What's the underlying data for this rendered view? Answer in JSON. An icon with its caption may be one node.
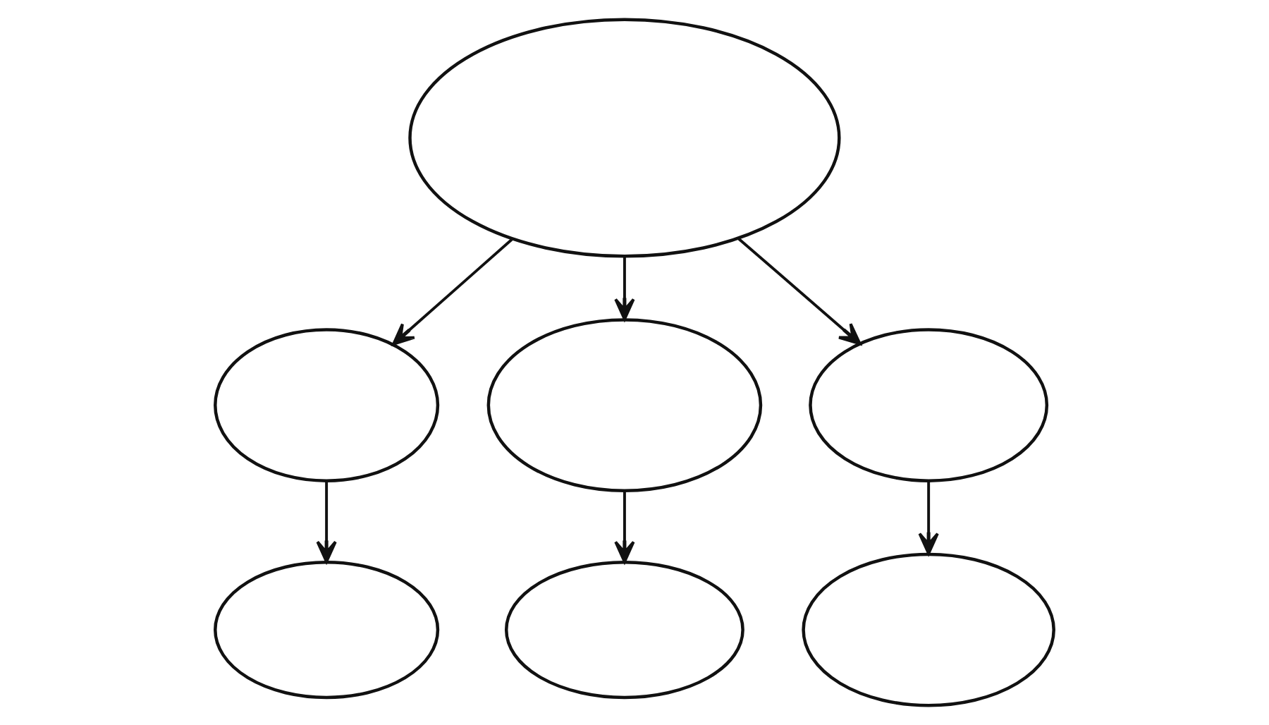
{
  "diagram": {
    "nodes": [
      {
        "text": [],
        "shape": "ellipse"
      },
      {
        "text": [],
        "shape": "ellipse"
      },
      {
        "text": [],
        "shape": "ellipse"
      },
      {
        "text": [],
        "shape": "ellipse"
      },
      {
        "text": [],
        "shape": "ellipse"
      },
      {
        "text": [],
        "shape": "ellipse"
      },
      {
        "text": [],
        "shape": "ellipse"
      }
    ],
    "edges": [
      {
        "from": 0,
        "to": 1,
        "arrow": "to"
      },
      {
        "from": 0,
        "to": 2,
        "arrow": "to"
      },
      {
        "from": 0,
        "to": 3,
        "arrow": "to"
      },
      {
        "from": 1,
        "to": 4,
        "arrow": "to"
      },
      {
        "from": 2,
        "to": 5,
        "arrow": "to"
      },
      {
        "from": 3,
        "to": 6,
        "arrow": "to"
      }
    ]
  }
}
